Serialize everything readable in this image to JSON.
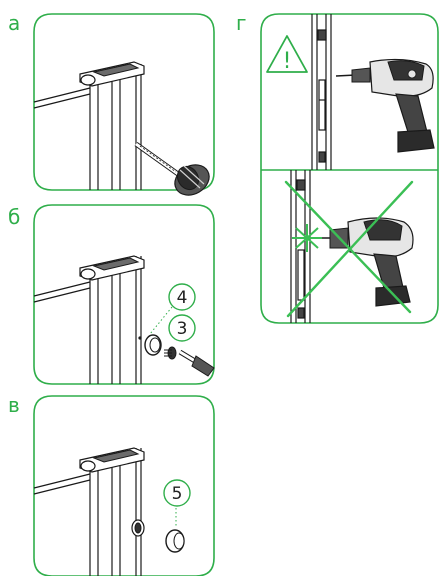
{
  "panels": {
    "a": {
      "label": "а"
    },
    "b": {
      "label": "б",
      "callouts": [
        "4",
        "3"
      ]
    },
    "v": {
      "label": "в",
      "callouts": [
        "5"
      ]
    },
    "g": {
      "label": "г",
      "warning_symbol": "!"
    }
  },
  "colors": {
    "accent": "#2fae4a",
    "cross": "#3bbf55",
    "line": "#1a1a1a",
    "gray": "#8a8a8a"
  },
  "icons": [
    "drill-icon",
    "screwdriver-icon",
    "warning-triangle-icon",
    "cross-mark-icon"
  ]
}
